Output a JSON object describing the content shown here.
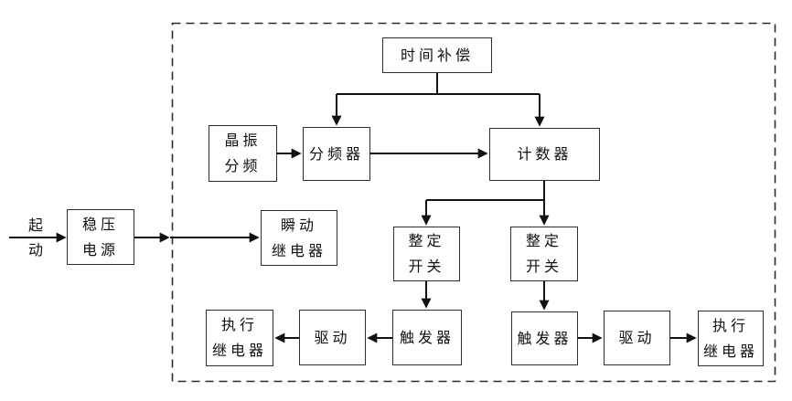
{
  "diagram": {
    "type": "block-diagram",
    "colors": {
      "background": "#ffffff",
      "line": "#111111",
      "box_border": "#2e2e2e",
      "text": "#111111"
    },
    "blocks": {
      "start": {
        "label": "起\n动"
      },
      "regulated_power": {
        "label": "稳压\n电源"
      },
      "instant_relay": {
        "label": "瞬动\n继电器"
      },
      "time_compensation": {
        "label": "时间补偿"
      },
      "crystal_divider": {
        "label": "晶振\n分频"
      },
      "frequency_divider": {
        "label": "分频器"
      },
      "counter": {
        "label": "计数器"
      },
      "setting_switch_left": {
        "label": "整定\n开关"
      },
      "setting_switch_right": {
        "label": "整定\n开关"
      },
      "trigger_left": {
        "label": "触发器"
      },
      "trigger_right": {
        "label": "触发器"
      },
      "drive_left": {
        "label": "驱动"
      },
      "drive_right": {
        "label": "驱动"
      },
      "exec_relay_left": {
        "label": "执行\n继电器"
      },
      "exec_relay_right": {
        "label": "执行\n继电器"
      }
    },
    "edges": [
      {
        "from": "start",
        "to": "regulated_power",
        "arrow": true
      },
      {
        "from": "regulated_power",
        "to": "instant_relay",
        "arrow": true,
        "note": "two arrowheads, crosses dashed boundary"
      },
      {
        "from": "crystal_divider",
        "to": "frequency_divider",
        "arrow": true
      },
      {
        "from": "frequency_divider",
        "to": "counter",
        "arrow": true
      },
      {
        "from": "time_compensation",
        "to": "frequency_divider",
        "arrow": true
      },
      {
        "from": "time_compensation",
        "to": "counter",
        "arrow": true
      },
      {
        "from": "counter",
        "to": "setting_switch_left",
        "arrow": true
      },
      {
        "from": "counter",
        "to": "setting_switch_right",
        "arrow": true
      },
      {
        "from": "setting_switch_left",
        "to": "trigger_left",
        "arrow": true
      },
      {
        "from": "setting_switch_right",
        "to": "trigger_right",
        "arrow": true
      },
      {
        "from": "trigger_left",
        "to": "drive_left",
        "arrow": true
      },
      {
        "from": "drive_left",
        "to": "exec_relay_left",
        "arrow": true
      },
      {
        "from": "trigger_right",
        "to": "drive_right",
        "arrow": true
      },
      {
        "from": "drive_right",
        "to": "exec_relay_right",
        "arrow": true
      }
    ],
    "boundary": {
      "style": "dashed-rectangle",
      "encloses": "all blocks except start label and regulated power supply"
    }
  }
}
